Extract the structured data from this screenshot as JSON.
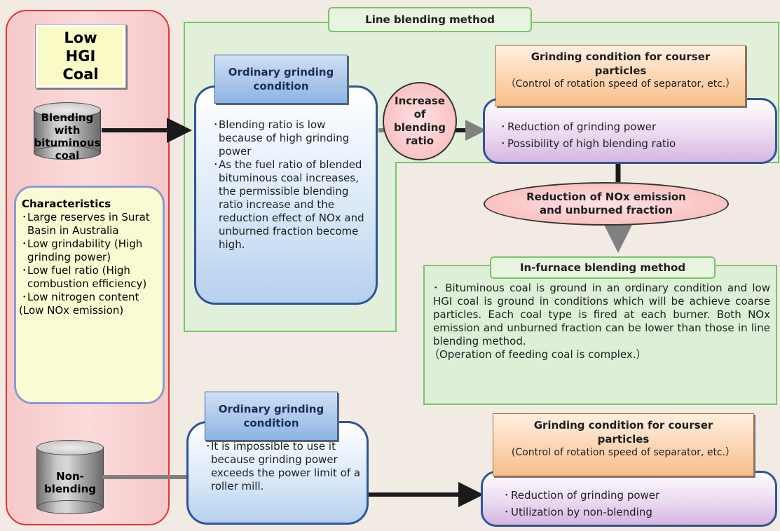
{
  "left_panel": {
    "title": "Low\nHGI\nCoal",
    "cylinder_blending": "Blending with\nbituminous\ncoal",
    "cylinder_non_blending": "Non-\nblending",
    "characteristics": {
      "heading": "Characteristics",
      "items": [
        "Large reserves in Surat Basin in Australia",
        "Low grindability (High grinding power)",
        "Low fuel ratio (High combustion efficiency)",
        "Low nitrogen content",
        "(Low NOx emission)"
      ],
      "bullet": "･"
    }
  },
  "line_blending": {
    "label": "Line blending method",
    "ordinary_head": "Ordinary grinding\ncondition",
    "ordinary_items": [
      "Blending ratio is low because of high grinding power",
      "As the fuel ratio of blended bituminous coal increases, the permissible blending ratio increase and the reduction effect of NOx and unburned fraction become high."
    ],
    "increase_ellipse": "Increase\nof\nblending\nratio",
    "coarser_head_title": "Grinding condition for courser particles",
    "coarser_head_sub": "（Control of rotation speed of separator, etc.）",
    "coarser_items": [
      "Reduction of grinding power",
      "Possibility of high blending ratio"
    ]
  },
  "reduction_ellipse": "Reduction of NOx emission\nand unburned fraction",
  "in_furnace": {
    "label": "In-furnace blending method",
    "text": "･ Bituminous coal is ground in an ordinary condition and low HGI coal is ground in conditions which will be achieve coarse particles. Each coal type is fired at each burner. Both NOx emission and unburned fraction can be lower than those in line blending method.",
    "note": "（Operation of feeding coal is complex.）"
  },
  "non_blending": {
    "ordinary_head": "Ordinary grinding\ncondition",
    "ordinary_items": [
      "It is impossible to use it because grinding power exceeds the power limit of a roller mill."
    ],
    "coarser_head_title": "Grinding condition for courser particles",
    "coarser_head_sub": "(Control of rotation speed of separator, etc.）",
    "coarser_items": [
      "Reduction of grinding power",
      "Utilization by non-blending"
    ]
  },
  "colors": {
    "red_border": "#e8332f",
    "green_border": "#79c46a",
    "blue_border": "#2f5597"
  }
}
